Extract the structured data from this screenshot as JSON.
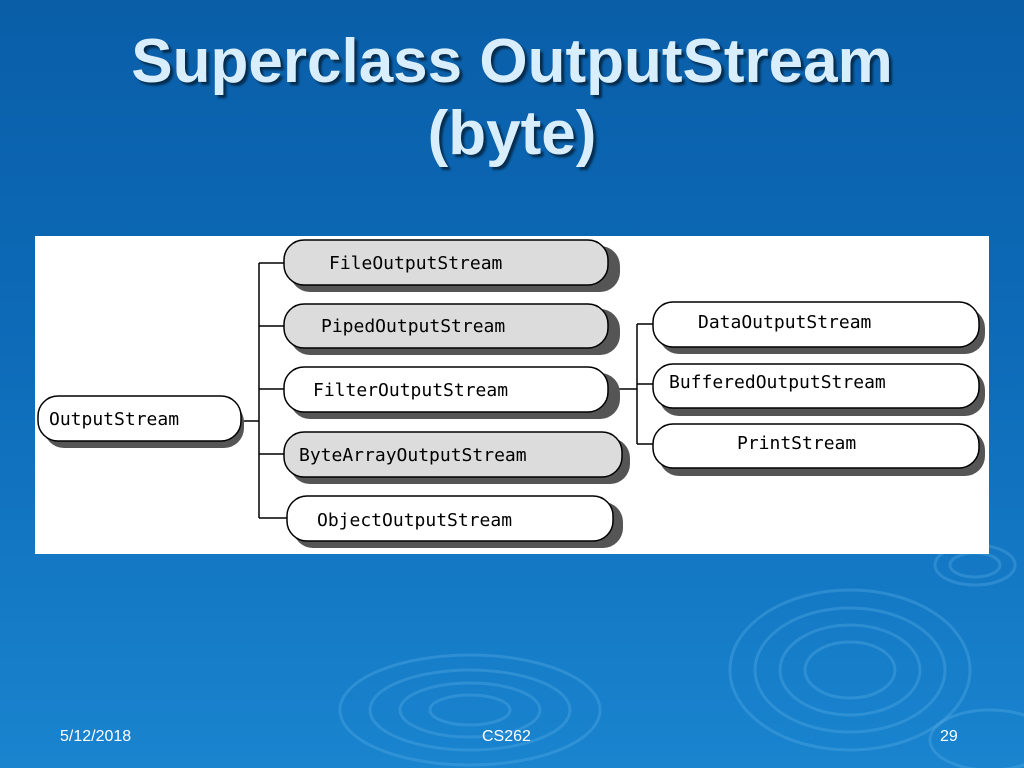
{
  "slide": {
    "title_line1": "Superclass OutputStream",
    "title_line2": "(byte)"
  },
  "diagram": {
    "root": "OutputStream",
    "children": [
      {
        "label": "FileOutputStream",
        "fill": "gray"
      },
      {
        "label": "PipedOutputStream",
        "fill": "gray"
      },
      {
        "label": "FilterOutputStream",
        "fill": "white"
      },
      {
        "label": "ByteArrayOutputStream",
        "fill": "gray"
      },
      {
        "label": "ObjectOutputStream",
        "fill": "white"
      }
    ],
    "filter_children": [
      {
        "label": "DataOutputStream",
        "fill": "white"
      },
      {
        "label": "BufferedOutputStream",
        "fill": "white"
      },
      {
        "label": "PrintStream",
        "fill": "white"
      }
    ]
  },
  "footer": {
    "date": "5/12/2018",
    "course": "CS262",
    "page": "29"
  },
  "colors": {
    "background_top": "#0a5ea8",
    "background_bottom": "#1a84cf",
    "title_text": "#d8eefc",
    "node_gray": "#dcdcdc",
    "node_white": "#ffffff"
  }
}
